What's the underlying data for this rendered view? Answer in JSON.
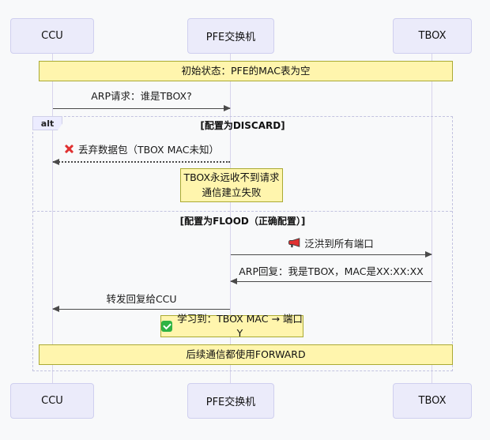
{
  "colors": {
    "background": "#f8f9fa",
    "actor_fill": "#ebebfa",
    "actor_border": "#cfcfef",
    "note_fill": "#fff5ad",
    "note_border": "#aaaa33",
    "frame_border": "#c3c3e0",
    "arrow": "#4a4a4a",
    "cross_icon": "#e03131",
    "check_icon": "#2fb344"
  },
  "actors": [
    {
      "name": "CCU"
    },
    {
      "name": "PFE交换机"
    },
    {
      "name": "TBOX"
    }
  ],
  "notes": {
    "initial": "初始状态：PFE的MAC表为空",
    "tbox_fail_line1": "TBOX永远收不到请求",
    "tbox_fail_line2": "通信建立失败",
    "learned": "学习到：TBOX MAC → 端口Y",
    "conclusion": "后续通信都使用FORWARD"
  },
  "messages": {
    "arp_request": "ARP请求：谁是TBOX?",
    "discard_drop": "丢弃数据包（TBOX MAC未知）",
    "flood": "泛洪到所有端口",
    "arp_reply": "ARP回复：我是TBOX，MAC是XX:XX:XX",
    "forward_reply": "转发回复给CCU"
  },
  "alt_frame": {
    "label": "alt",
    "condition_discard": "[配置为DISCARD]",
    "condition_flood": "[配置为FLOOD（正确配置）]"
  },
  "icons": {
    "drop": "cross-mark",
    "flood": "loudspeaker",
    "learned": "check-mark"
  }
}
